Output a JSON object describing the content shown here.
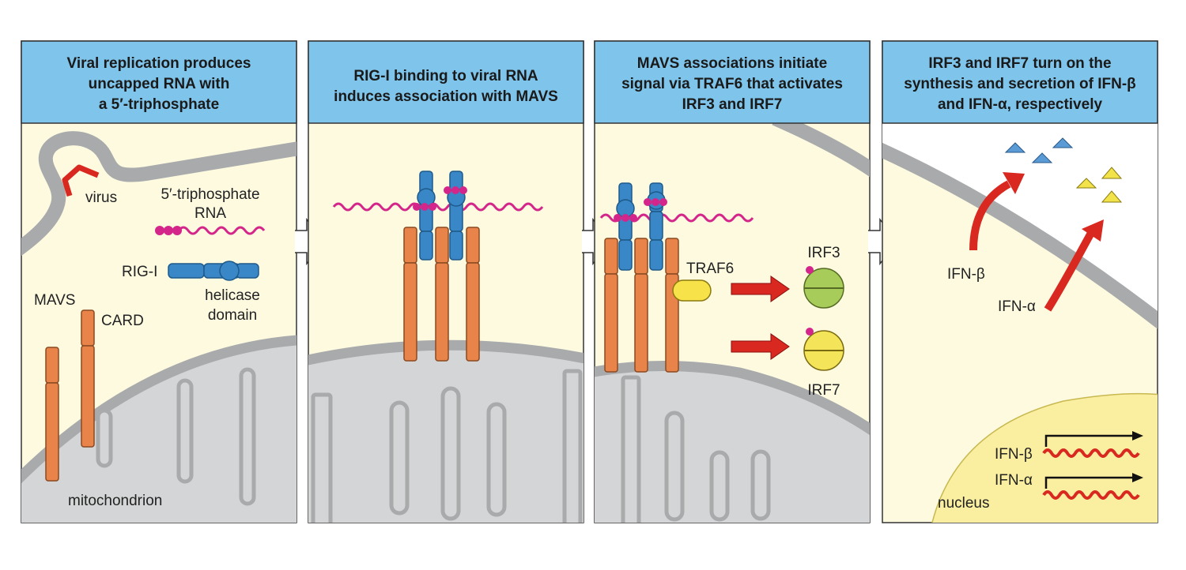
{
  "panels": [
    {
      "title_lines": [
        "Viral replication produces",
        "uncapped RNA with",
        "a 5′-triphosphate"
      ],
      "labels": {
        "virus": "virus",
        "rna_line1": "5′-triphosphate",
        "rna_line2": "RNA",
        "rigi": "RIG-I",
        "helicase_line1": "helicase",
        "helicase_line2": "domain",
        "mavs": "MAVS",
        "card": "CARD",
        "mitochondrion": "mitochondrion"
      }
    },
    {
      "title_lines": [
        "RIG-I binding to viral RNA",
        "induces association with MAVS"
      ]
    },
    {
      "title_lines": [
        "MAVS associations initiate",
        "signal via TRAF6 that activates",
        "IRF3 and IRF7"
      ],
      "labels": {
        "traf6": "TRAF6",
        "irf3": "IRF3",
        "irf7": "IRF7"
      }
    },
    {
      "title_lines": [
        "IRF3 and IRF7 turn on the",
        "synthesis and secretion of IFN-β",
        "and IFN-α, respectively"
      ],
      "labels": {
        "ifn_beta": "IFN-β",
        "ifn_alpha": "IFN-α",
        "gene_beta": "IFN-β",
        "gene_alpha": "IFN-α",
        "nucleus": "nucleus"
      }
    }
  ],
  "colors": {
    "header_bg": "#7fc4ea",
    "cytoplasm": "#fdfae0",
    "membrane": "#a8aaab",
    "mito_fill": "#d4d5d6",
    "mavs": "#e8834a",
    "rigi": "#3a87c8",
    "rna": "#d4268a",
    "arrow_red": "#d8281f",
    "traf6": "#f8e24a",
    "irf3": "#a8cc5a",
    "irf7": "#f4e45a",
    "ifn_beta_protein": "#5b9bd5",
    "ifn_alpha_protein": "#f2e34a",
    "nucleus": "#faeea0"
  }
}
